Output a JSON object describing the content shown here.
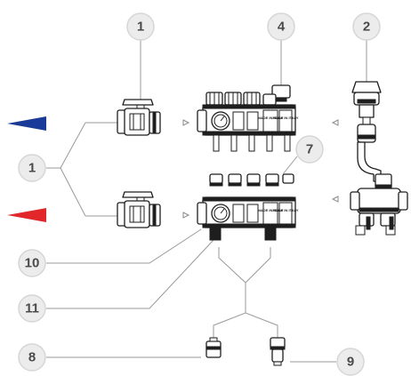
{
  "callouts": {
    "c1_top": "1",
    "c4": "4",
    "c2": "2",
    "c7": "7",
    "c1_left": "1",
    "c10": "10",
    "c11": "11",
    "c8": "8",
    "c9": "9"
  },
  "colors": {
    "flow_arrow": "#1a3a9a",
    "return_arrow": "#e3262a",
    "callout_fill": "#ececec",
    "callout_text": "#4a4a4a"
  },
  "gauge_labels": {
    "left_1": "MADE IN ITALY",
    "right_1": "MADE IN ITALY",
    "left_2": "MADE IN ITALY",
    "right_2": "MADE IN ITALY"
  }
}
